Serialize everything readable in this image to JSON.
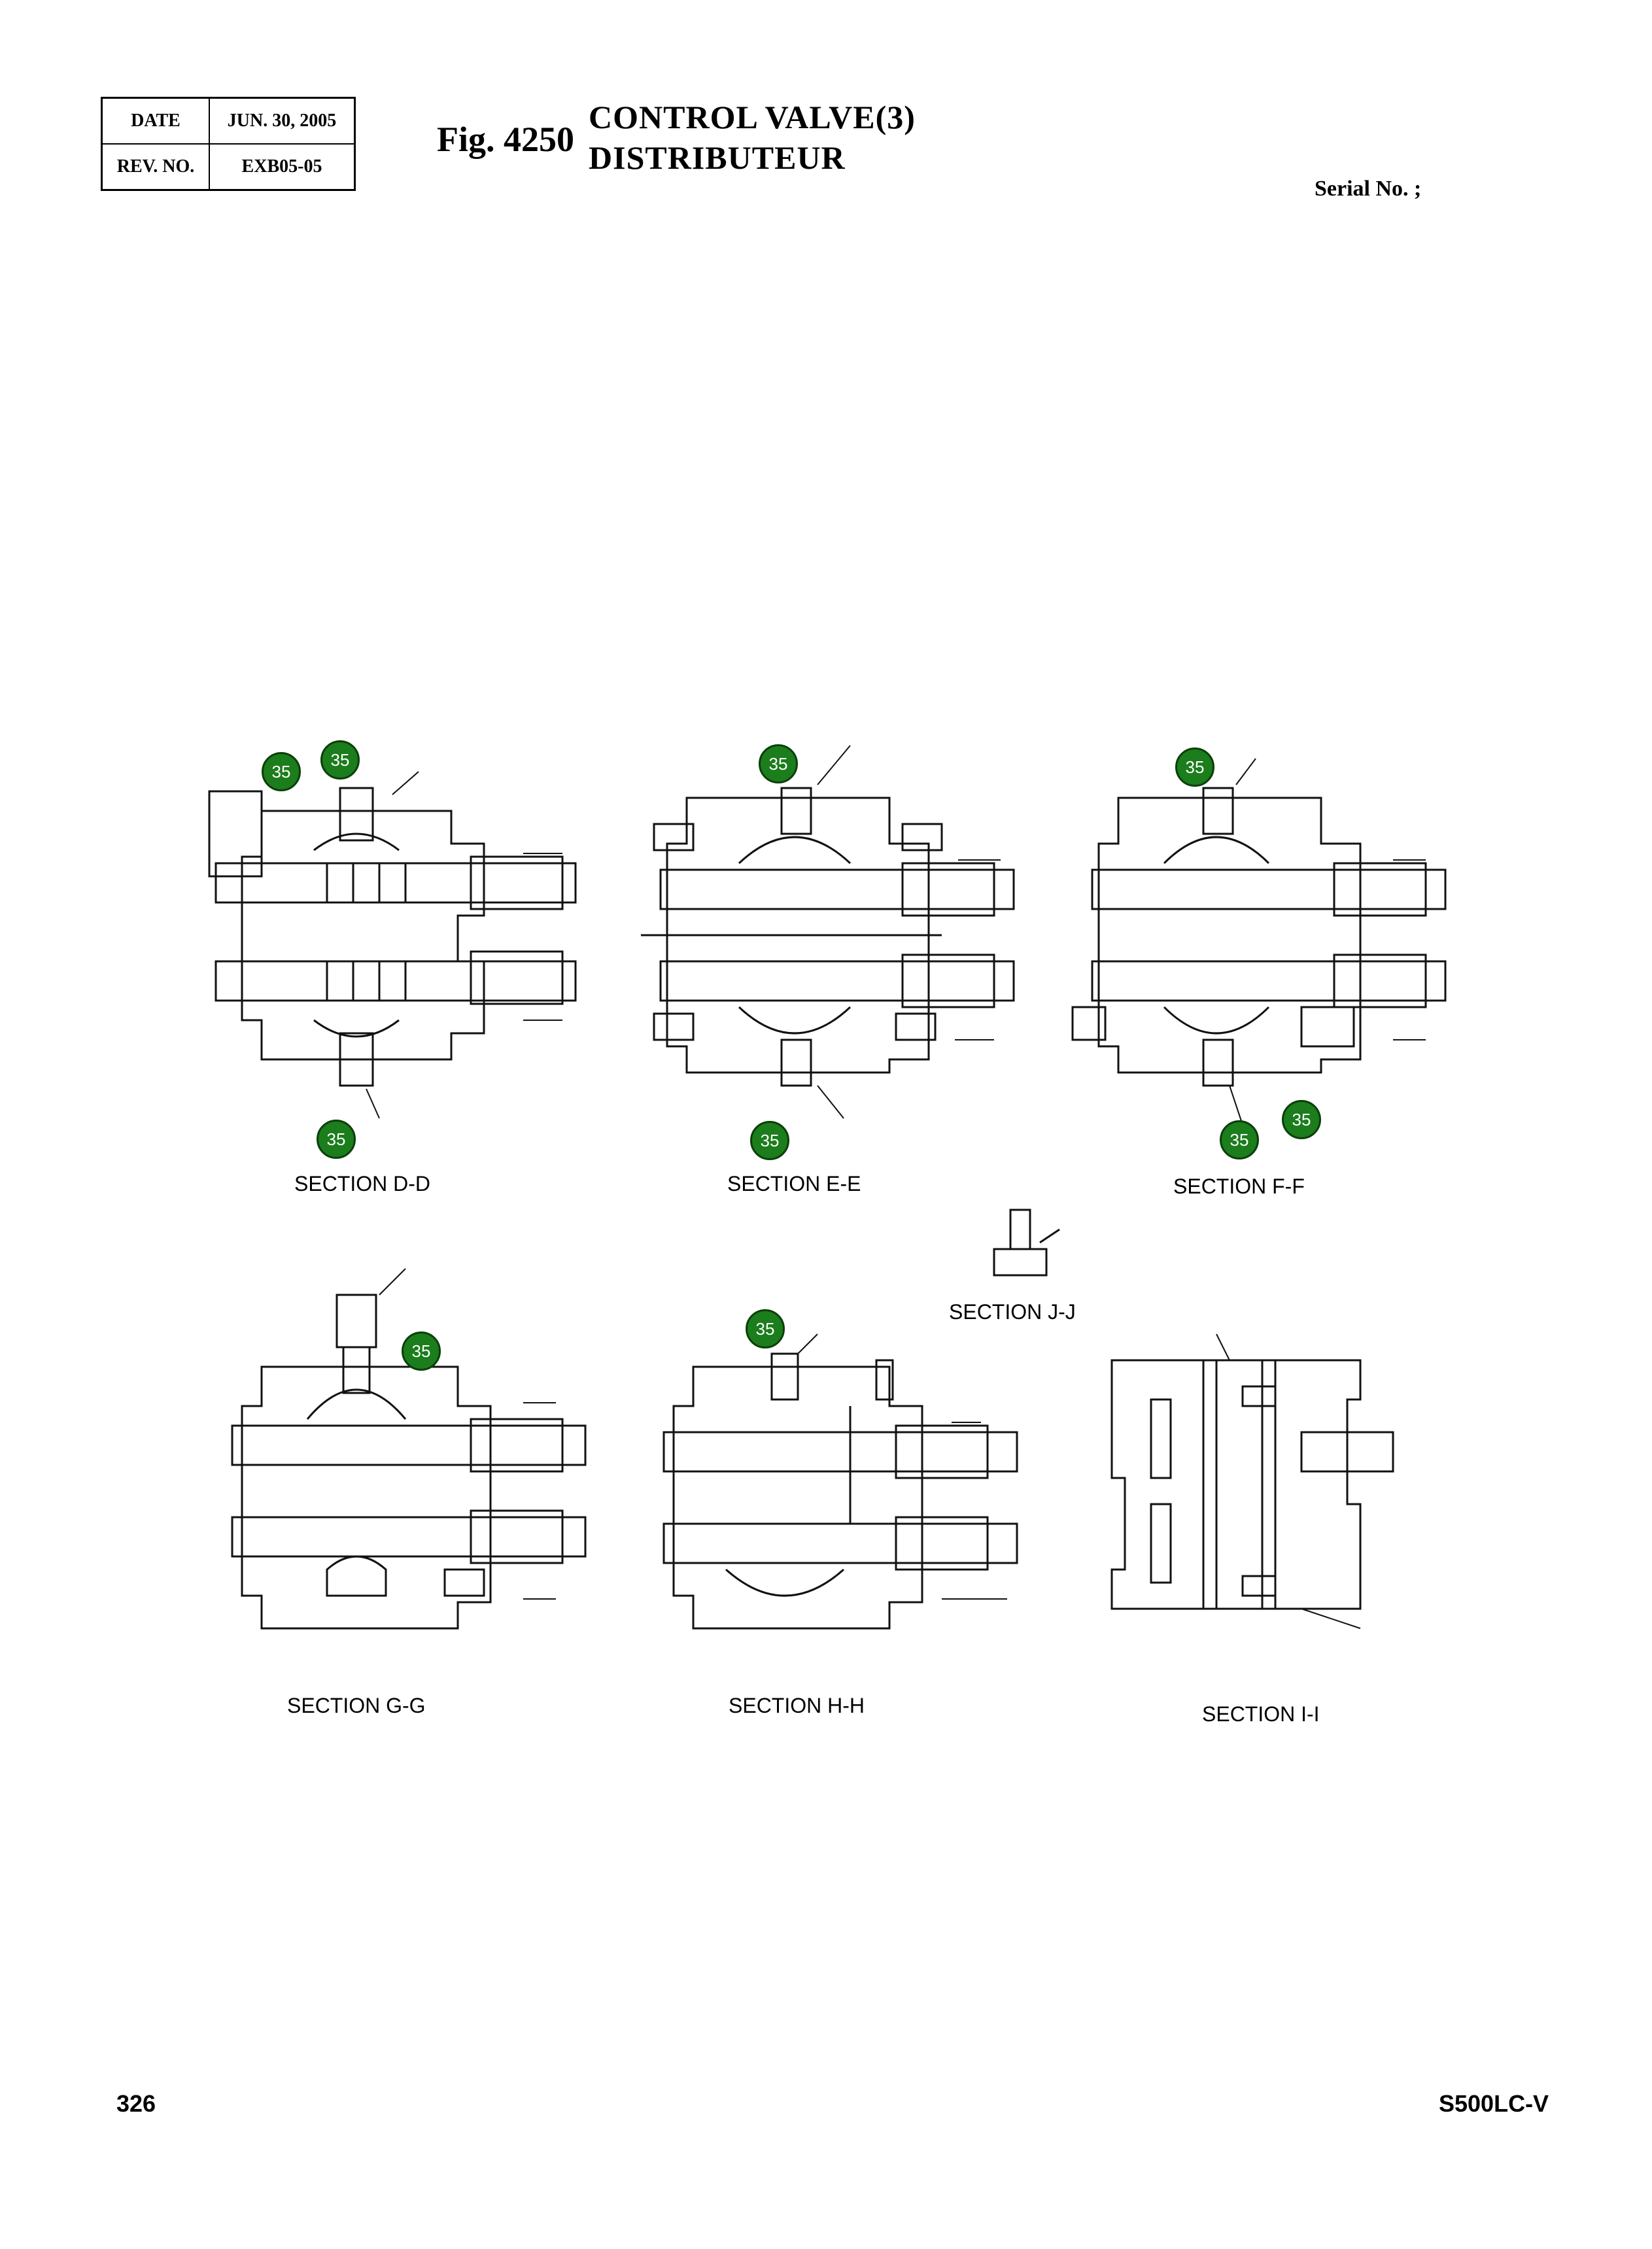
{
  "header": {
    "date_label": "DATE",
    "date_value": "JUN. 30, 2005",
    "rev_label": "REV. NO.",
    "rev_value": "EXB05-05"
  },
  "figure": {
    "number": "Fig. 4250",
    "title_en": "CONTROL VALVE(3)",
    "title_fr": "DISTRIBUTEUR",
    "serial": "Serial No. ;"
  },
  "sections": {
    "dd": "SECTION  D-D",
    "ee": "SECTION  E-E",
    "ff": "SECTION  F-F",
    "jj": "SECTION  J-J",
    "gg": "SECTION  G-G",
    "hh": "SECTION  H-H",
    "ii": "SECTION  I-I"
  },
  "callout_label": "35",
  "footer": {
    "page": "326",
    "model": "S500LC-V"
  }
}
